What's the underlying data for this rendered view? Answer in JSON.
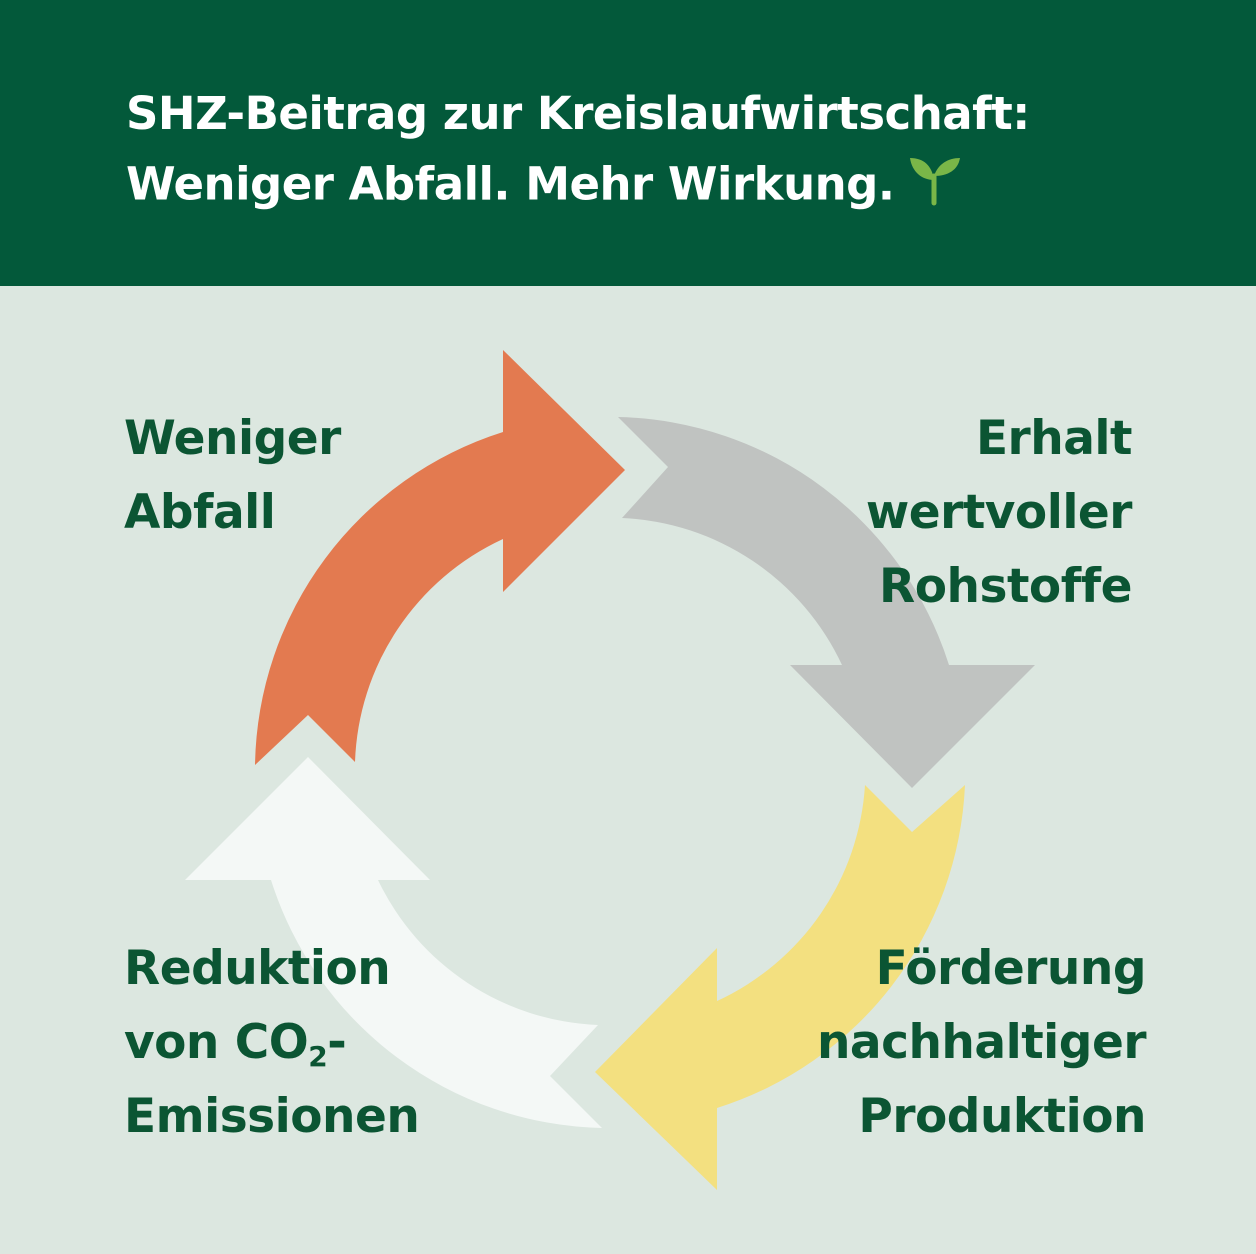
{
  "header": {
    "title_line1": "SHZ-Beitrag zur Kreislaufwirtschaft:",
    "title_line2": "Weniger Abfall. Mehr Wirkung.",
    "icon": "sprout-icon"
  },
  "colors": {
    "header_bg": "#03593a",
    "background": "#dce7e0",
    "text": "#0b5533",
    "orange": "#e37a50",
    "gray": "#c0c3c1",
    "yellow": "#f3e080",
    "white": "#f4f8f6",
    "sprout": "#7ab648"
  },
  "cycle": {
    "top_left": {
      "line1": "Weniger",
      "line2": "Abfall"
    },
    "top_right": {
      "line1": "Erhalt",
      "line2": "wertvoller",
      "line3": "Rohstoffe"
    },
    "bottom_right": {
      "line1": "Förderung",
      "line2": "nachhaltiger",
      "line3": "Produktion"
    },
    "bottom_left": {
      "line1": "Reduktion",
      "line2_prefix": "von CO",
      "line2_sub": "2",
      "line2_suffix": "-",
      "line3": "Emissionen"
    }
  }
}
